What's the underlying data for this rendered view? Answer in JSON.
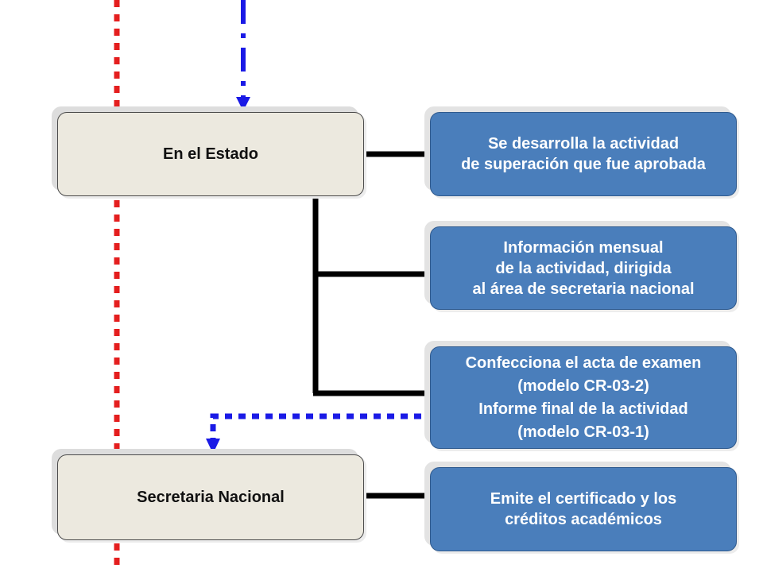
{
  "diagram": {
    "stages": [
      {
        "id": "estado",
        "label": "En el Estado"
      },
      {
        "id": "secretaria",
        "label": "Secretaria Nacional"
      }
    ],
    "steps": [
      {
        "id": "step-1",
        "text": "Se desarrolla la actividad\nde superación que fue aprobada"
      },
      {
        "id": "step-2",
        "text": "Información mensual\nde la actividad, dirigida\nal área de secretaria nacional"
      },
      {
        "id": "step-3",
        "text": "Confecciona el  acta de examen\n(modelo CR-03-2)\nInforme final de la actividad\n(modelo CR-03-1)"
      },
      {
        "id": "step-4",
        "text": "Emite el certificado y los\ncréditos académicos"
      }
    ],
    "colors": {
      "stage_fill": "#ECE9DF",
      "step_fill": "#4a7ebb",
      "red_dotted_line": "#e41e1e",
      "blue_dashed_line": "#1a1ae6",
      "connector": "#000000"
    }
  }
}
